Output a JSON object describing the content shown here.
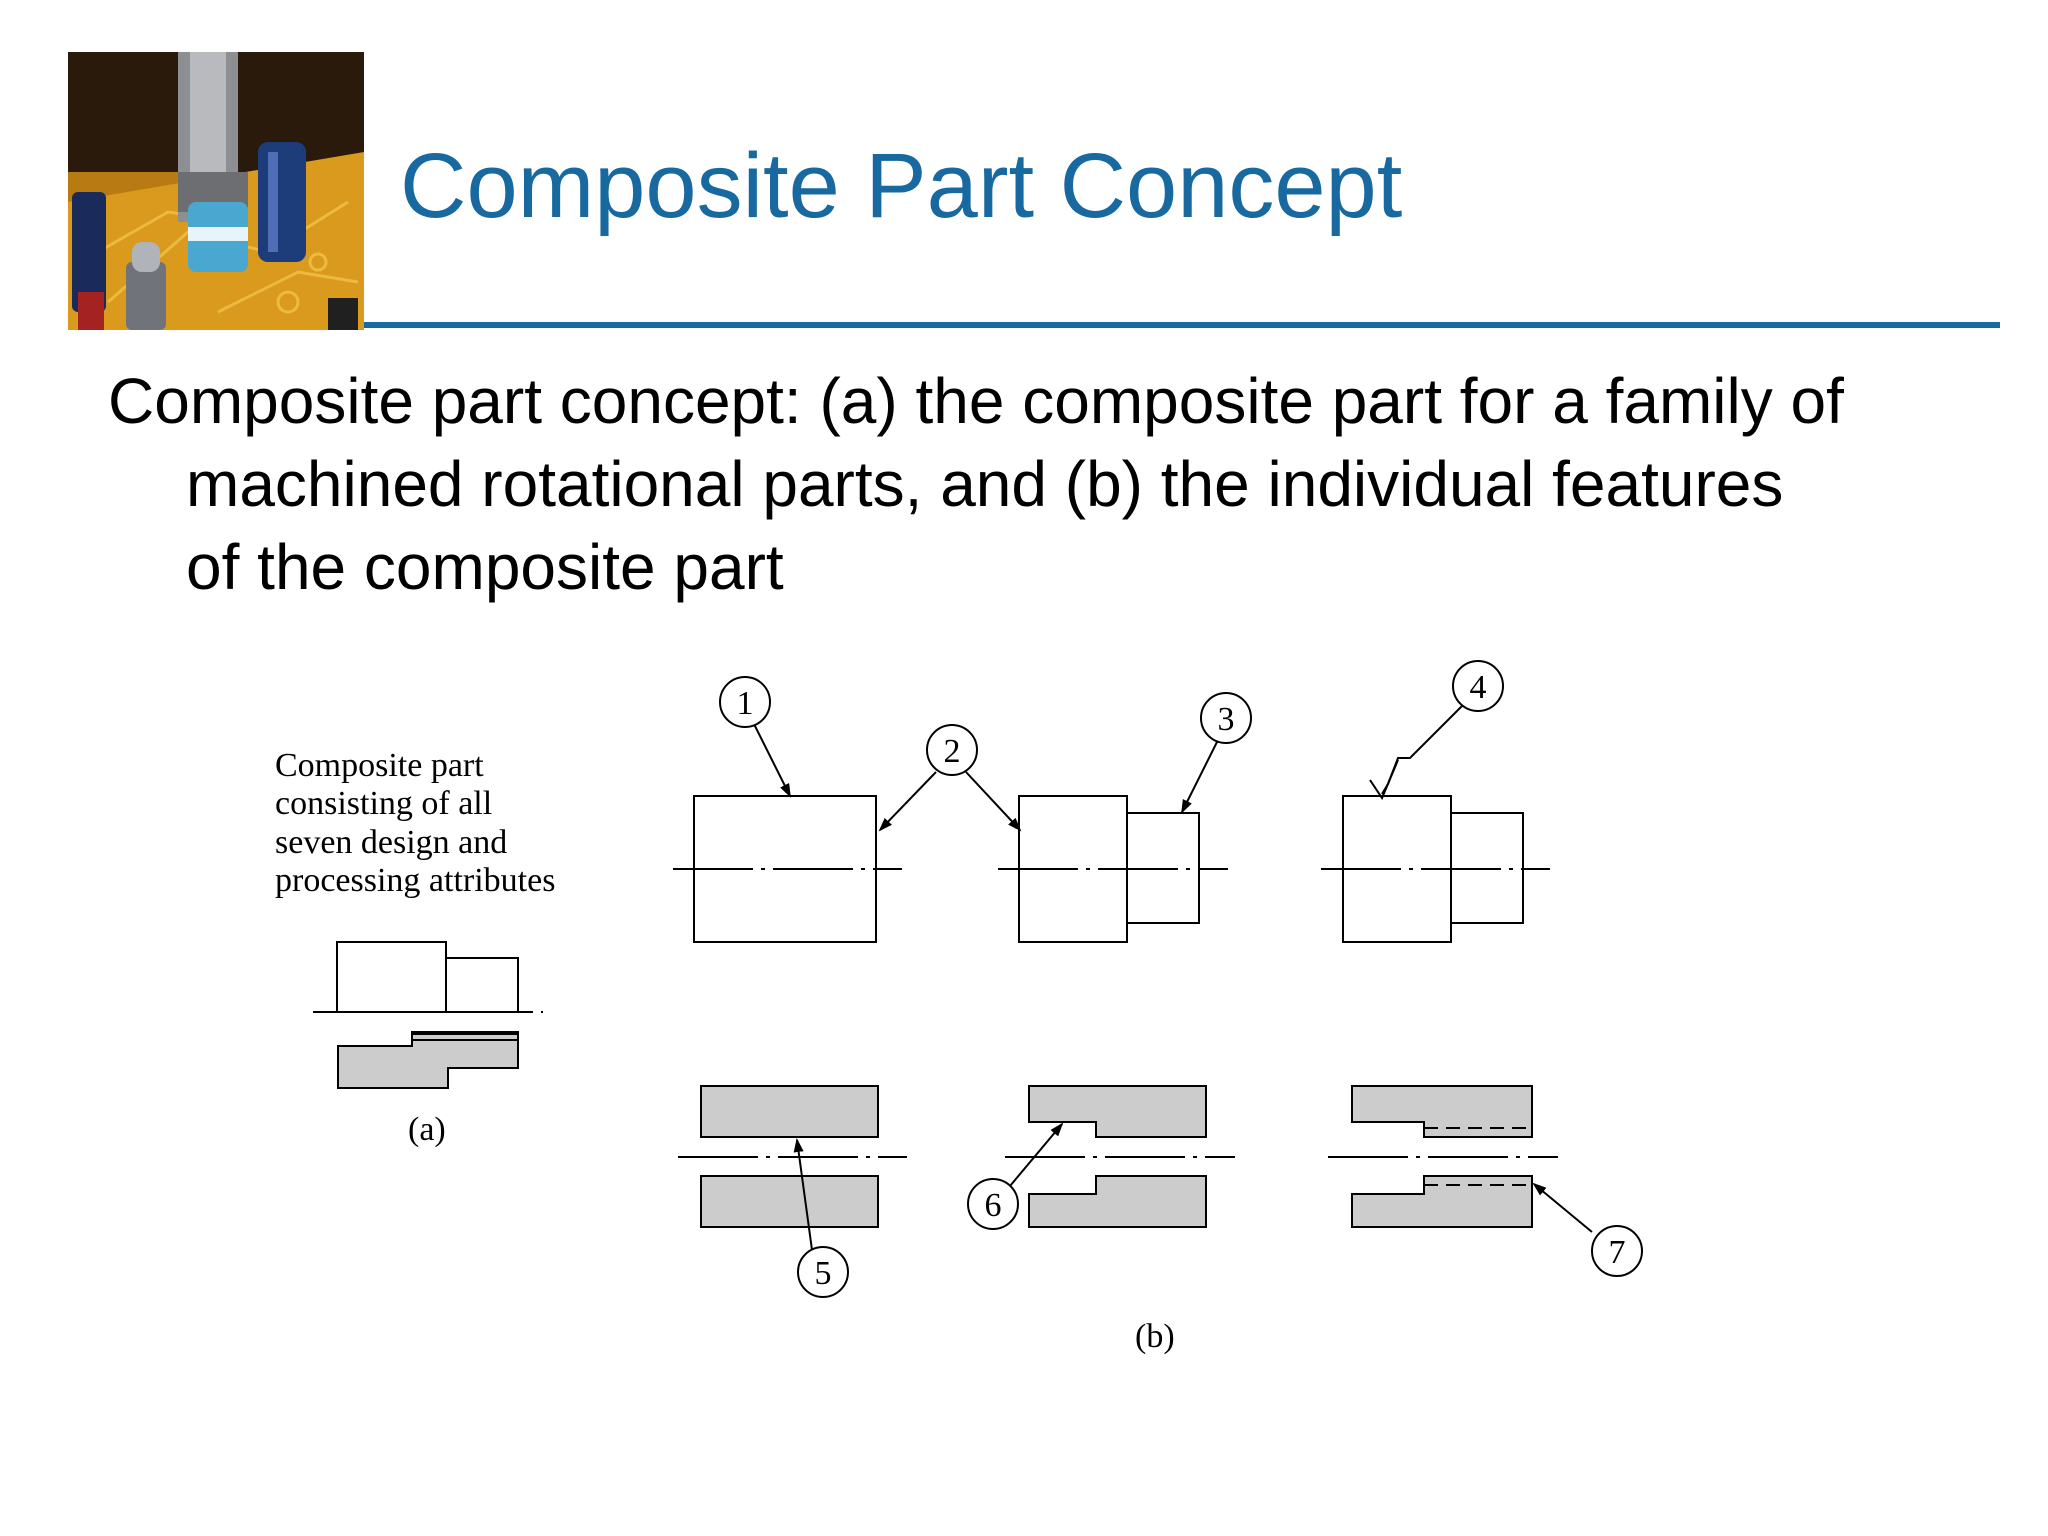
{
  "slide": {
    "title": "Composite Part Concept",
    "description_lines": [
      "Composite part concept: (a) the composite part for a family of",
      "machined rotational parts, and (b) the individual features",
      "of the composite part"
    ]
  },
  "diagram": {
    "caption_lines": [
      "Composite part",
      "consisting of all",
      "seven design and",
      "processing attributes"
    ],
    "label_a": "(a)",
    "label_b": "(b)",
    "feature_numbers": [
      "1",
      "2",
      "3",
      "4",
      "5",
      "6",
      "7"
    ]
  },
  "colors": {
    "title": "#1769a0",
    "rule": "#1769a0",
    "section_fill": "#cccccc"
  }
}
